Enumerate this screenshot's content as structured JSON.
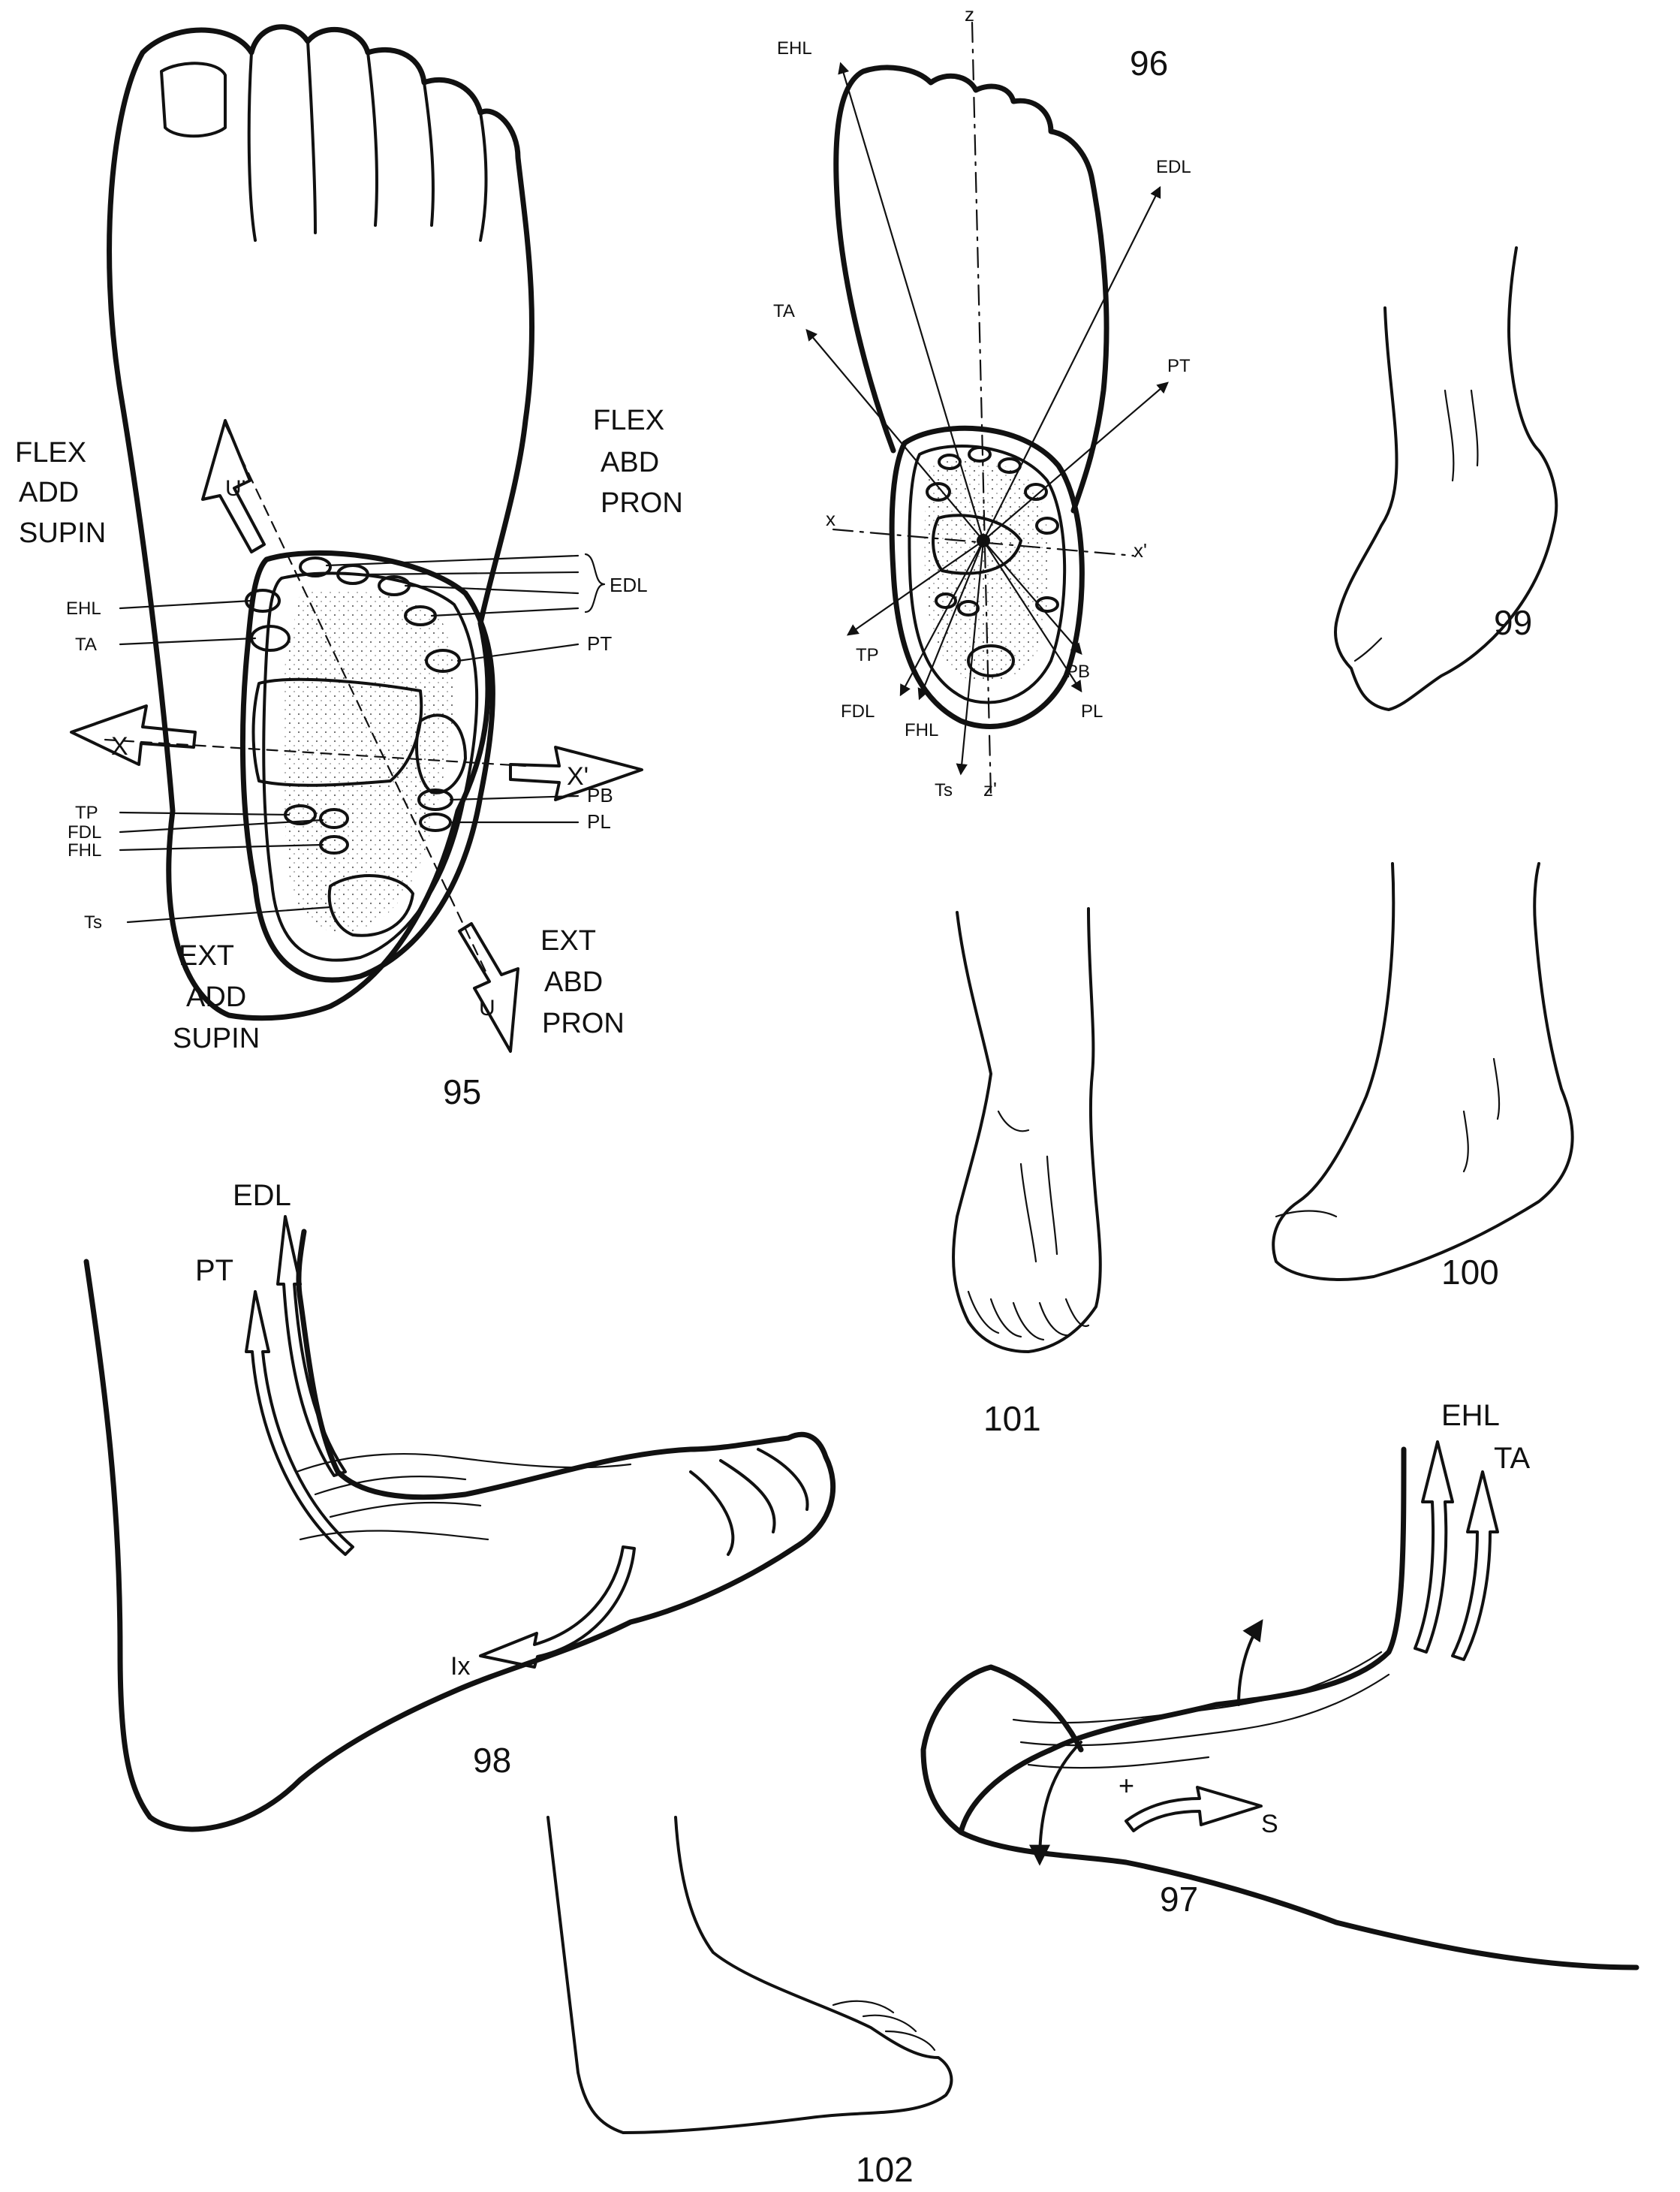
{
  "figures": {
    "fig95": {
      "number": "95",
      "quadrant_top_left": [
        "FLEX",
        "ADD",
        "SUPIN"
      ],
      "quadrant_top_right": [
        "FLEX",
        "ABD",
        "PRON"
      ],
      "quadrant_bottom_left": [
        "EXT",
        "ADD",
        "SUPIN"
      ],
      "quadrant_bottom_right": [
        "EXT",
        "ABD",
        "PRON"
      ],
      "axis_labels": {
        "x": "X",
        "x_prime": "X'",
        "u": "U",
        "u_prime": "U'"
      },
      "tendons_left": [
        "EHL",
        "TA",
        "TP",
        "FDL",
        "FHL",
        "Ts"
      ],
      "tendons_right": [
        "EDL",
        "PT",
        "PB",
        "PL"
      ]
    },
    "fig96": {
      "number": "96",
      "axis_labels": {
        "z": "z",
        "z_prime": "z'",
        "x": "x",
        "x_prime": "x'"
      },
      "arrows": [
        "EHL",
        "EDL",
        "TA",
        "PT",
        "TP",
        "PB",
        "FDL",
        "FHL",
        "PL",
        "Ts"
      ]
    },
    "fig97": {
      "number": "97",
      "labels": [
        "EHL",
        "TA",
        "S",
        "+"
      ]
    },
    "fig98": {
      "number": "98",
      "labels": [
        "EDL",
        "PT",
        "Ix"
      ]
    },
    "fig99": {
      "number": "99"
    },
    "fig100": {
      "number": "100"
    },
    "fig101": {
      "number": "101"
    },
    "fig102": {
      "number": "102"
    }
  }
}
